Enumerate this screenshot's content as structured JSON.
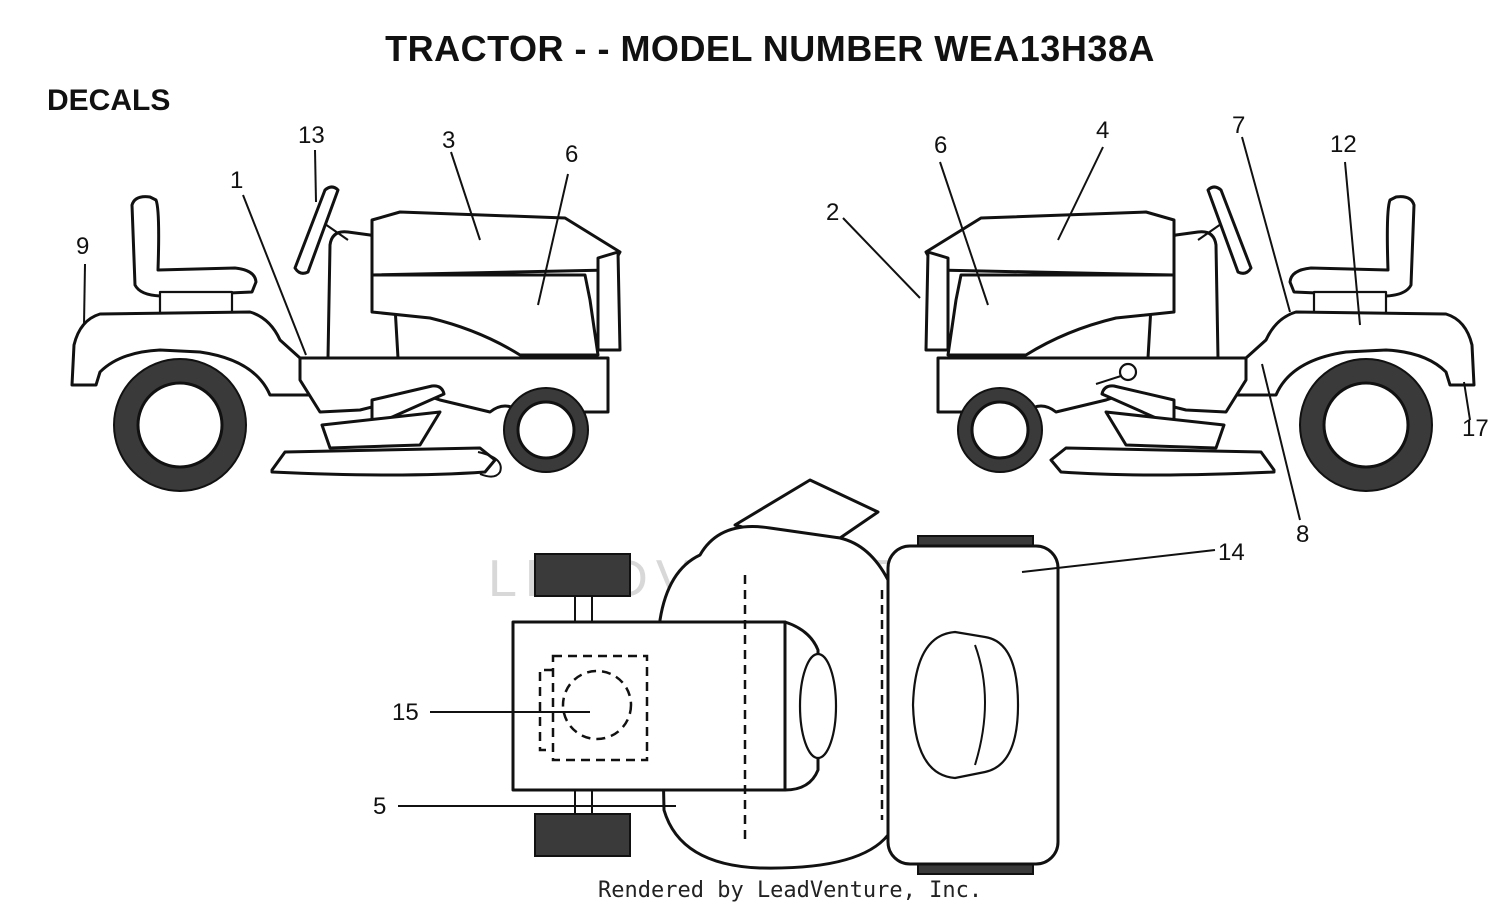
{
  "title": "TRACTOR - - MODEL NUMBER WEA13H38A",
  "section_label": "DECALS",
  "watermark": "LEADVENTURE",
  "footer_credit": "Rendered by LeadVenture, Inc.",
  "callouts": [
    {
      "id": "1",
      "label": "1"
    },
    {
      "id": "2",
      "label": "2"
    },
    {
      "id": "3",
      "label": "3"
    },
    {
      "id": "4",
      "label": "4"
    },
    {
      "id": "5",
      "label": "5"
    },
    {
      "id": "6a",
      "label": "6"
    },
    {
      "id": "6b",
      "label": "6"
    },
    {
      "id": "7",
      "label": "7"
    },
    {
      "id": "8",
      "label": "8"
    },
    {
      "id": "9",
      "label": "9"
    },
    {
      "id": "12",
      "label": "12"
    },
    {
      "id": "13",
      "label": "13"
    },
    {
      "id": "14",
      "label": "14"
    },
    {
      "id": "15",
      "label": "15"
    },
    {
      "id": "17",
      "label": "17"
    }
  ]
}
